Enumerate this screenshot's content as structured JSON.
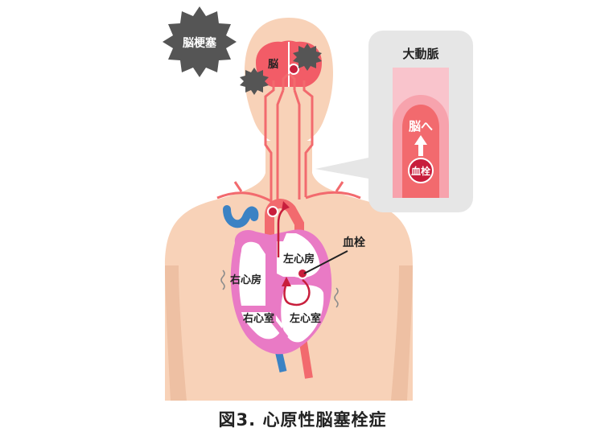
{
  "labels": {
    "stroke_badge": "脳梗塞",
    "brain": "脳",
    "aorta_title": "大動脈",
    "to_brain": "脳へ",
    "clot_in_aorta": "血栓",
    "clot_callout": "血栓",
    "left_atrium": "左心房",
    "right_atrium": "右心房",
    "right_ventricle": "右心室",
    "left_ventricle": "左心室"
  },
  "caption": "図3. 心原性脳塞栓症",
  "colors": {
    "skin": "#f8d2b8",
    "skin_shadow": "#eec0a3",
    "artery": "#f26a6e",
    "artery_dark": "#c81e3c",
    "vein": "#3b82c4",
    "heart_wall": "#e97ac5",
    "brain": "#f25c67",
    "badge": "#555555",
    "panel": "#e6e6e6"
  }
}
